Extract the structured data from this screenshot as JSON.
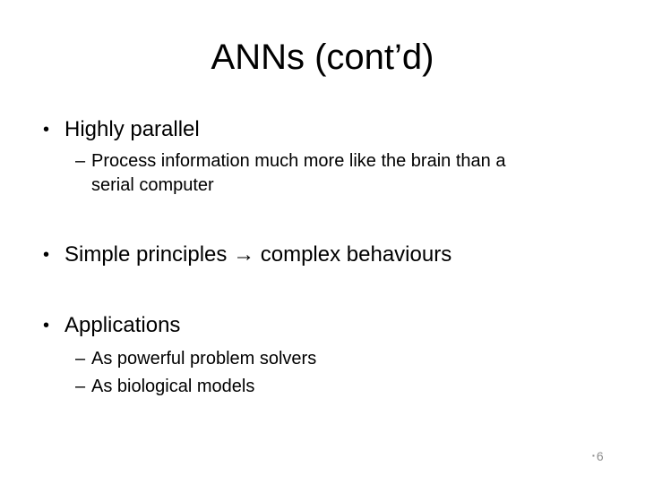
{
  "colors": {
    "text-color": "#000000",
    "muted-color": "#8e8e8e",
    "bg-color": "#ffffff"
  },
  "slide": {
    "title": "ANNs (cont’d)",
    "bullets": [
      {
        "marker": "•",
        "text": "Highly parallel",
        "children": [
          {
            "marker": "–",
            "lines": [
              "Process information much more like the brain than a",
              "serial computer"
            ]
          }
        ]
      },
      {
        "marker": "•",
        "text": "Simple principles → complex behaviours",
        "children": []
      },
      {
        "marker": "•",
        "text": "Applications",
        "children": [
          {
            "marker": "–",
            "lines": [
              "As powerful problem solvers"
            ]
          },
          {
            "marker": "–",
            "lines": [
              "As biological models"
            ]
          }
        ]
      }
    ],
    "footer": {
      "bullet": "▪",
      "page_number": "6"
    }
  }
}
